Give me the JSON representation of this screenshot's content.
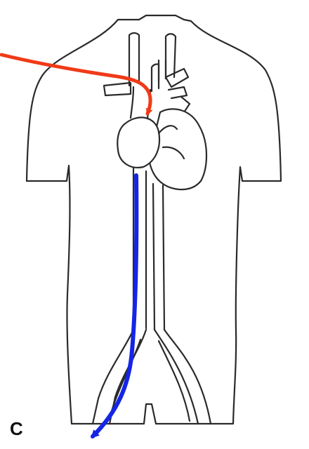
{
  "figure": {
    "panel_label": "C",
    "arrows": [
      {
        "name": "inflow-arrow",
        "color": "#f03a17"
      },
      {
        "name": "outflow-arrow",
        "color": "#1525e6"
      }
    ],
    "line_color": "#2a2a2a"
  }
}
